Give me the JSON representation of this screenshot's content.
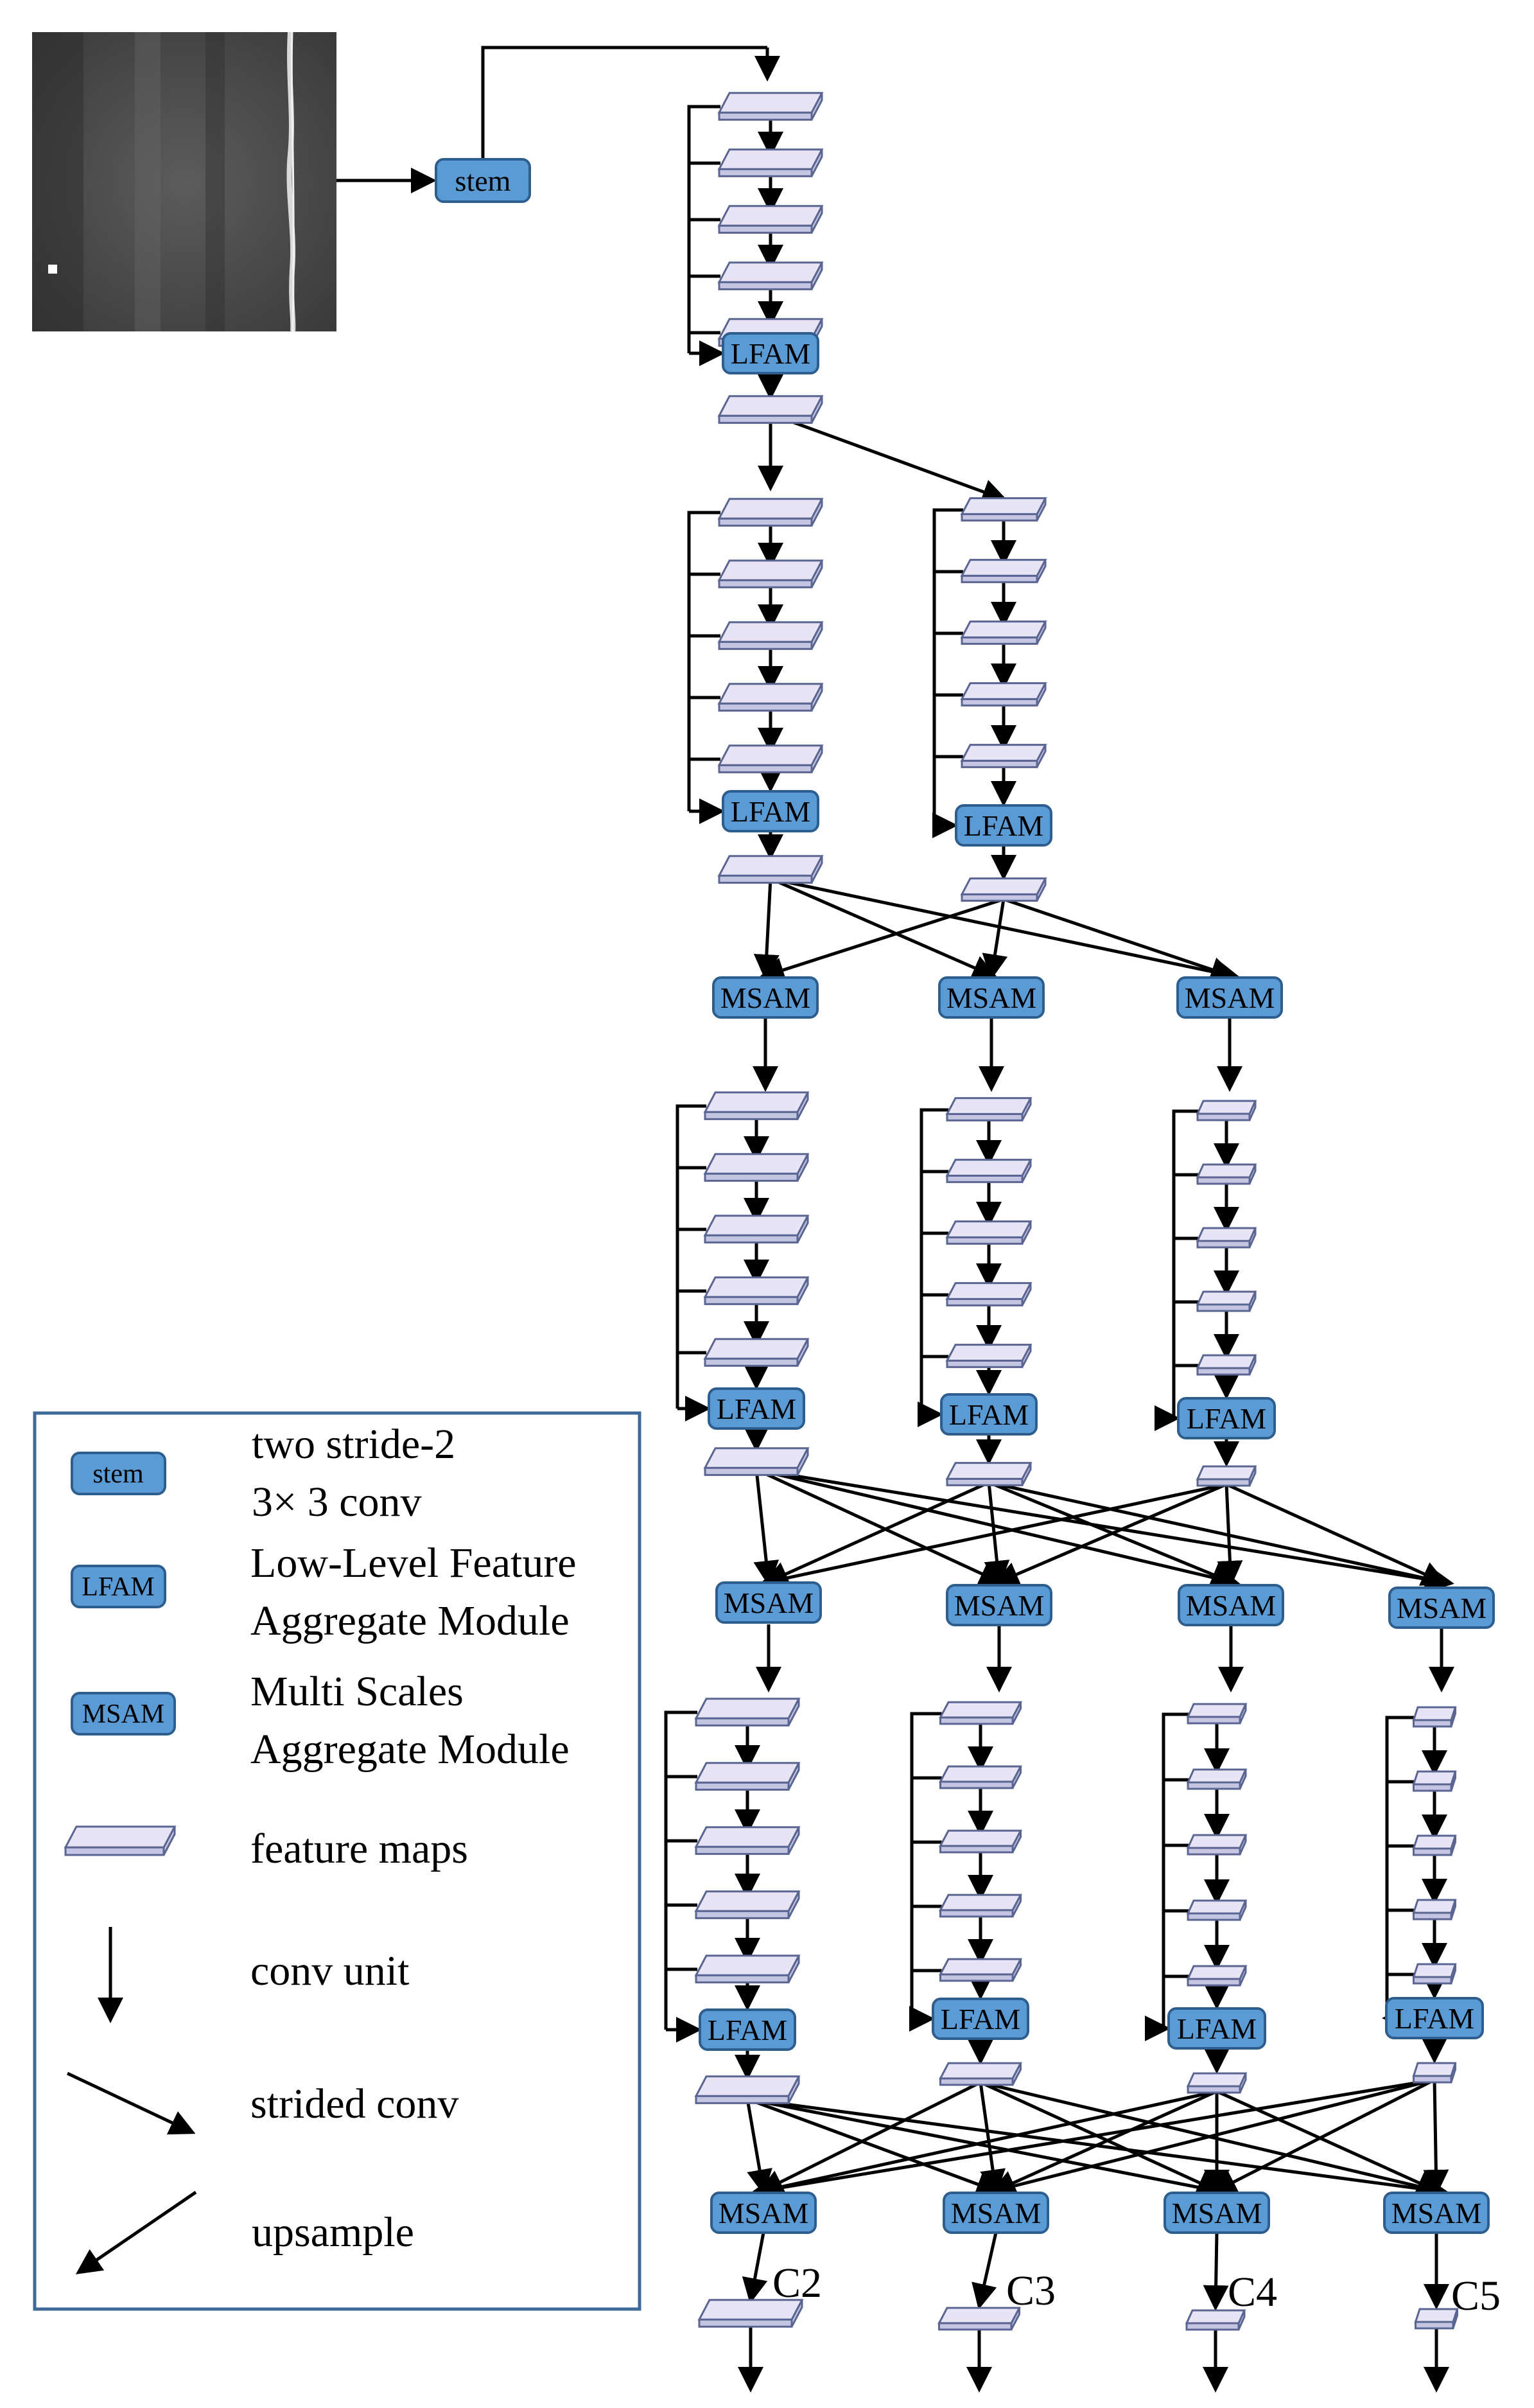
{
  "modules": {
    "stem": "stem",
    "lfam": "LFAM",
    "msam": "MSAM"
  },
  "outputs": [
    "C2",
    "C3",
    "C4",
    "C5"
  ],
  "legend": {
    "stem_label": "stem",
    "stem_line1": "two stride-2",
    "stem_line2": "3× 3 conv",
    "lfam_label": "LFAM",
    "lfam_line1": "Low-Level Feature",
    "lfam_line2": "Aggregate Module",
    "msam_label": "MSAM",
    "msam_line1": "Multi Scales",
    "msam_line2": "Aggregate Module",
    "feature_maps": "feature maps",
    "conv_unit": "conv unit",
    "strided_conv": "strided conv",
    "upsample": "upsample"
  },
  "colors": {
    "module_fill": "#5b9bd5",
    "module_stroke": "#2e5e8e",
    "feature_top": "#e6e4f5",
    "feature_side": "#c5c4e3",
    "feature_stroke": "#5a6691",
    "arrow": "#000000",
    "legend_border": "#3e6a99"
  }
}
